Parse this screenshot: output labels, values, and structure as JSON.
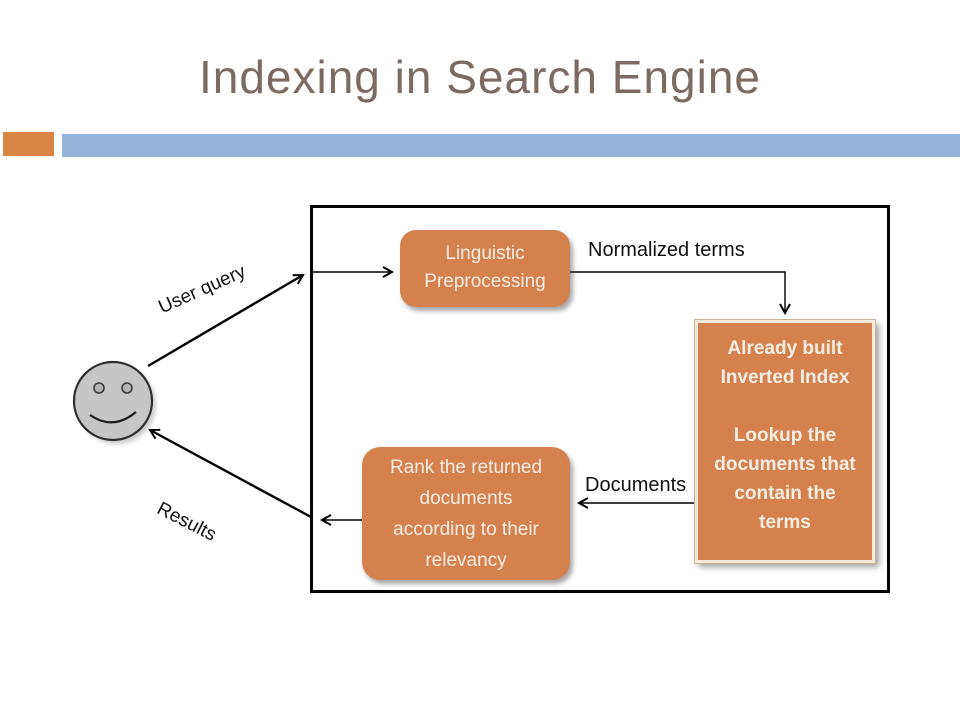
{
  "slide": {
    "title": "Indexing in Search Engine",
    "title_color": "#7b6b63",
    "accent_orange": "#d98442",
    "accent_blue": "#95b3d7"
  },
  "diagram": {
    "node_fill": "#d5814e",
    "node_text_color": "#f4eee2",
    "boxes": {
      "linguistic": {
        "lines": [
          "Linguistic",
          "Preprocessing"
        ]
      },
      "inverted": {
        "lines": [
          "Already built",
          "Inverted Index",
          "",
          "Lookup the",
          "documents that",
          "contain the",
          "terms"
        ]
      },
      "rank": {
        "lines": [
          "Rank the returned",
          "documents",
          "according to their",
          "relevancy"
        ]
      }
    },
    "labels": {
      "normalized_terms": "Normalized terms",
      "documents": "Documents",
      "user_query": "User query",
      "results": "Results"
    }
  }
}
